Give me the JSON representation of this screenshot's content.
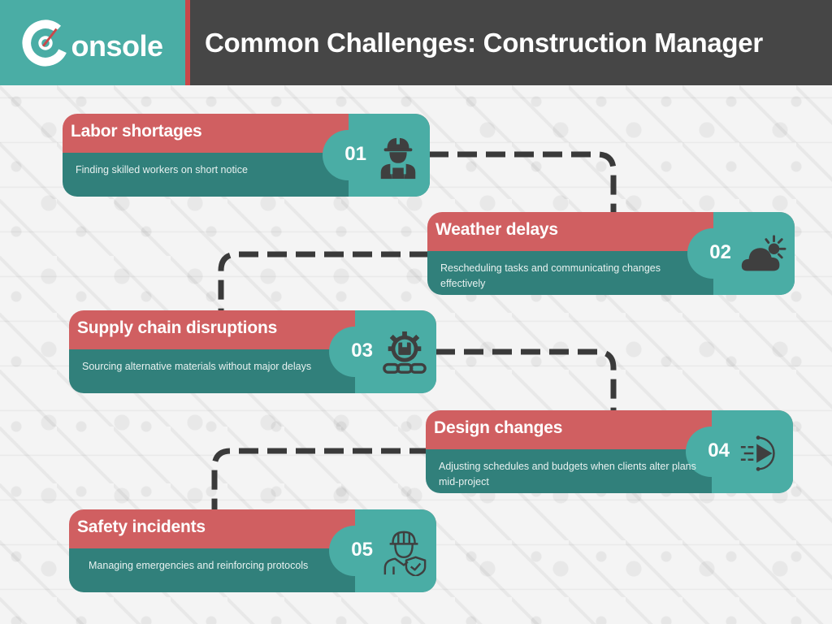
{
  "header": {
    "logo_text": "onsole",
    "logo_brand": "Console",
    "title": "Common Challenges: Construction Manager"
  },
  "colors": {
    "teal": "#4aada5",
    "dark_teal": "#31807b",
    "coral": "#d05f61",
    "header_dark": "#464646",
    "accent_red": "#c9484a",
    "icon_dark": "#3f3f3f",
    "connector": "#3a3a3a"
  },
  "challenges": [
    {
      "number": "01",
      "title": "Labor shortages",
      "description": "Finding skilled workers on short notice",
      "icon": "construction-worker-icon"
    },
    {
      "number": "02",
      "title": "Weather delays",
      "description": "Rescheduling tasks and communicating changes effectively",
      "icon": "cloud-sun-icon"
    },
    {
      "number": "03",
      "title": "Supply chain disruptions",
      "description": "Sourcing alternative materials without major delays",
      "icon": "gear-package-chain-icon"
    },
    {
      "number": "04",
      "title": "Design changes",
      "description": "Adjusting schedules and budgets when clients alter plans mid-project",
      "icon": "fast-forward-play-icon"
    },
    {
      "number": "05",
      "title": "Safety incidents",
      "description": "Managing emergencies and reinforcing protocols",
      "icon": "worker-shield-icon"
    }
  ]
}
